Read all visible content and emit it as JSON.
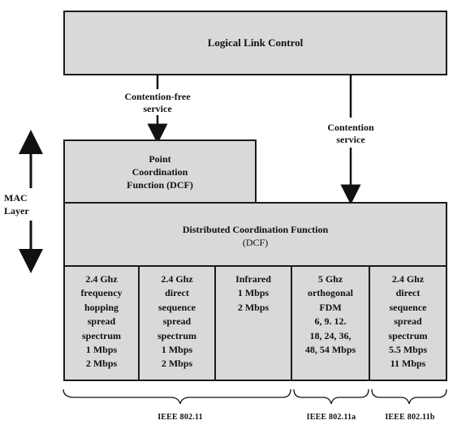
{
  "llc": {
    "label": "Logical Link Control"
  },
  "arrows": {
    "contention_free": "Contention-free\nservice",
    "contention": "Contention\nservice"
  },
  "pcf": {
    "label": "Point\nCoordination\nFunction (DCF)"
  },
  "dcf": {
    "line1": "Distributed Coordination Function",
    "line2": "(DCF)"
  },
  "mac_layer": {
    "label": "MAC\nLayer"
  },
  "phy_cells": [
    {
      "text": "2.4 Ghz\nfrequency\nhopping\nspread\nspectrum\n1 Mbps\n2 Mbps"
    },
    {
      "text": "2.4 Ghz\ndirect\nsequence\nspread\nspectrum\n1 Mbps\n2 Mbps"
    },
    {
      "text": "Infrared\n1 Mbps\n2 Mbps"
    },
    {
      "text": "5 Ghz\northogonal\nFDM\n6, 9. 12.\n18, 24, 36,\n48, 54 Mbps"
    },
    {
      "text": "2.4 Ghz\ndirect\nsequence\nspread\nspectrum\n5.5 Mbps\n11 Mbps"
    }
  ],
  "standards": [
    {
      "label": "IEEE 802.11"
    },
    {
      "label": "IEEE 802.11a"
    },
    {
      "label": "IEEE 802.11b"
    }
  ]
}
